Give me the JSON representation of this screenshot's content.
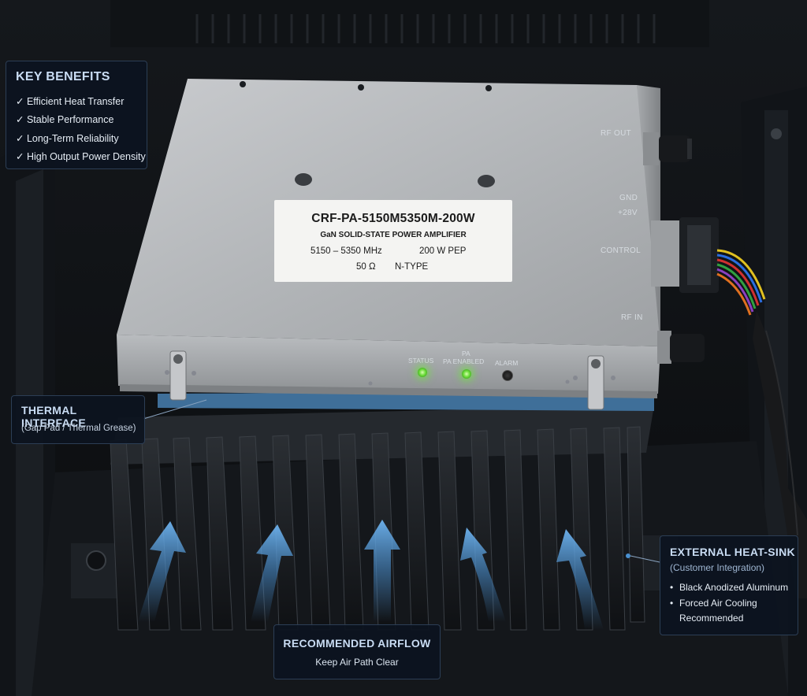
{
  "key_benefits": {
    "title": "KEY BENEFITS",
    "items": [
      "✓ Efficient Heat Transfer",
      "✓ Stable Performance",
      "✓ Long-Term Reliability",
      "✓ High Output Power Density"
    ]
  },
  "thermal_interface": {
    "title": "THERMAL INTERFACE",
    "subtitle": "(Gap Pad / Thermal Grease)"
  },
  "heatsink": {
    "title": "EXTERNAL HEAT-SINK",
    "subtitle": "(Customer Integration)",
    "items": [
      "Black Anodized Aluminum",
      "Forced Air Cooling Recommended"
    ]
  },
  "airflow": {
    "title": "RECOMMENDED AIRFLOW",
    "subtitle": "Keep Air Path Clear"
  },
  "module": {
    "model": "CRF-PA-5150M5350M-200W",
    "description": "GaN SOLID-STATE POWER AMPLIFIER",
    "frequency": "5150 – 5350 MHz",
    "power": "200 W PEP",
    "impedance": "50 Ω",
    "connector": "N-TYPE"
  },
  "ports": {
    "rf_out": "RF OUT",
    "gnd": "GND",
    "v28": "+28V",
    "control": "CONTROL",
    "rf_in": "RF IN"
  },
  "leds": {
    "status": "STATUS",
    "pa_top": "PA",
    "pa_enabled": "PA ENABLED",
    "alarm": "ALARM",
    "status_state": "on",
    "pa_state": "on",
    "alarm_state": "off"
  },
  "colors": {
    "callout_bg": "#0c1420",
    "callout_border": "#2c3e55",
    "thermal_pad": "#3f6f99",
    "led_green": "#6bdc3a",
    "airflow_arrow": "#4a90d0"
  }
}
